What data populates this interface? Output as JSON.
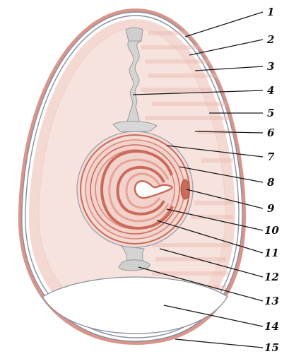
{
  "diagram": {
    "callouts": [
      "1",
      "2",
      "3",
      "4",
      "5",
      "6",
      "7",
      "8",
      "9",
      "10",
      "11",
      "12",
      "13",
      "14",
      "15"
    ],
    "colors": {
      "shell_rim": "#d99589",
      "membrane_line": "#8a8fa0",
      "albumen": "#f4d9d3",
      "albumen_inner": "#f7e3de",
      "yolk_ring": "#c96a5a",
      "yolk_fill": "#f2d2cb",
      "chalaza": "#c8c8c8",
      "air_cell": "#ffffff",
      "background_text": "#e8b9b0"
    }
  }
}
